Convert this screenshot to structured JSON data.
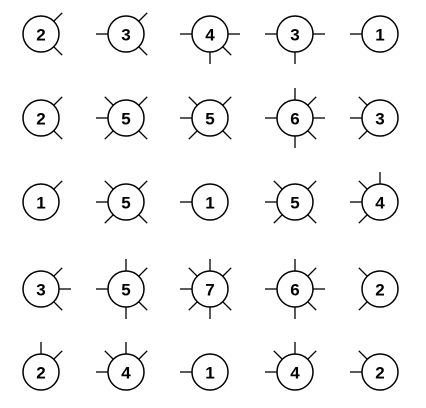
{
  "puzzle": {
    "cells": [
      [
        {
          "value": "2",
          "pipes": [
            "NE",
            "SE"
          ]
        },
        {
          "value": "3",
          "pipes": [
            "W",
            "NE",
            "SE"
          ]
        },
        {
          "value": "4",
          "pipes": [
            "W",
            "S",
            "SE",
            "E"
          ]
        },
        {
          "value": "3",
          "pipes": [
            "W",
            "S",
            "E"
          ]
        },
        {
          "value": "1",
          "pipes": [
            "W"
          ]
        }
      ],
      [
        {
          "value": "2",
          "pipes": [
            "NE",
            "SE"
          ]
        },
        {
          "value": "5",
          "pipes": [
            "NW",
            "NE",
            "W",
            "SW",
            "SE"
          ]
        },
        {
          "value": "5",
          "pipes": [
            "NW",
            "NE",
            "W",
            "SW",
            "SE"
          ]
        },
        {
          "value": "6",
          "pipes": [
            "N",
            "NE",
            "W",
            "E",
            "S",
            "SE"
          ]
        },
        {
          "value": "3",
          "pipes": [
            "NW",
            "W",
            "SW"
          ]
        }
      ],
      [
        {
          "value": "1",
          "pipes": [
            "NE"
          ]
        },
        {
          "value": "5",
          "pipes": [
            "NW",
            "NE",
            "W",
            "SW",
            "SE"
          ]
        },
        {
          "value": "1",
          "pipes": [
            "W"
          ]
        },
        {
          "value": "5",
          "pipes": [
            "NW",
            "NE",
            "W",
            "SW",
            "SE"
          ]
        },
        {
          "value": "4",
          "pipes": [
            "N",
            "NW",
            "W",
            "SW"
          ]
        }
      ],
      [
        {
          "value": "3",
          "pipes": [
            "NE",
            "E",
            "SE"
          ]
        },
        {
          "value": "5",
          "pipes": [
            "N",
            "NE",
            "W",
            "S",
            "SE"
          ]
        },
        {
          "value": "7",
          "pipes": [
            "N",
            "NE",
            "NW",
            "W",
            "SW",
            "S",
            "SE"
          ]
        },
        {
          "value": "6",
          "pipes": [
            "N",
            "NE",
            "W",
            "E",
            "S",
            "SE"
          ]
        },
        {
          "value": "2",
          "pipes": [
            "NW",
            "SW"
          ]
        }
      ],
      [
        {
          "value": "2",
          "pipes": [
            "N",
            "NE"
          ]
        },
        {
          "value": "4",
          "pipes": [
            "NW",
            "N",
            "NE",
            "W"
          ]
        },
        {
          "value": "1",
          "pipes": [
            "W"
          ]
        },
        {
          "value": "4",
          "pipes": [
            "N",
            "NW",
            "NE",
            "W"
          ]
        },
        {
          "value": "2",
          "pipes": [
            "NW",
            "W"
          ]
        }
      ]
    ]
  }
}
